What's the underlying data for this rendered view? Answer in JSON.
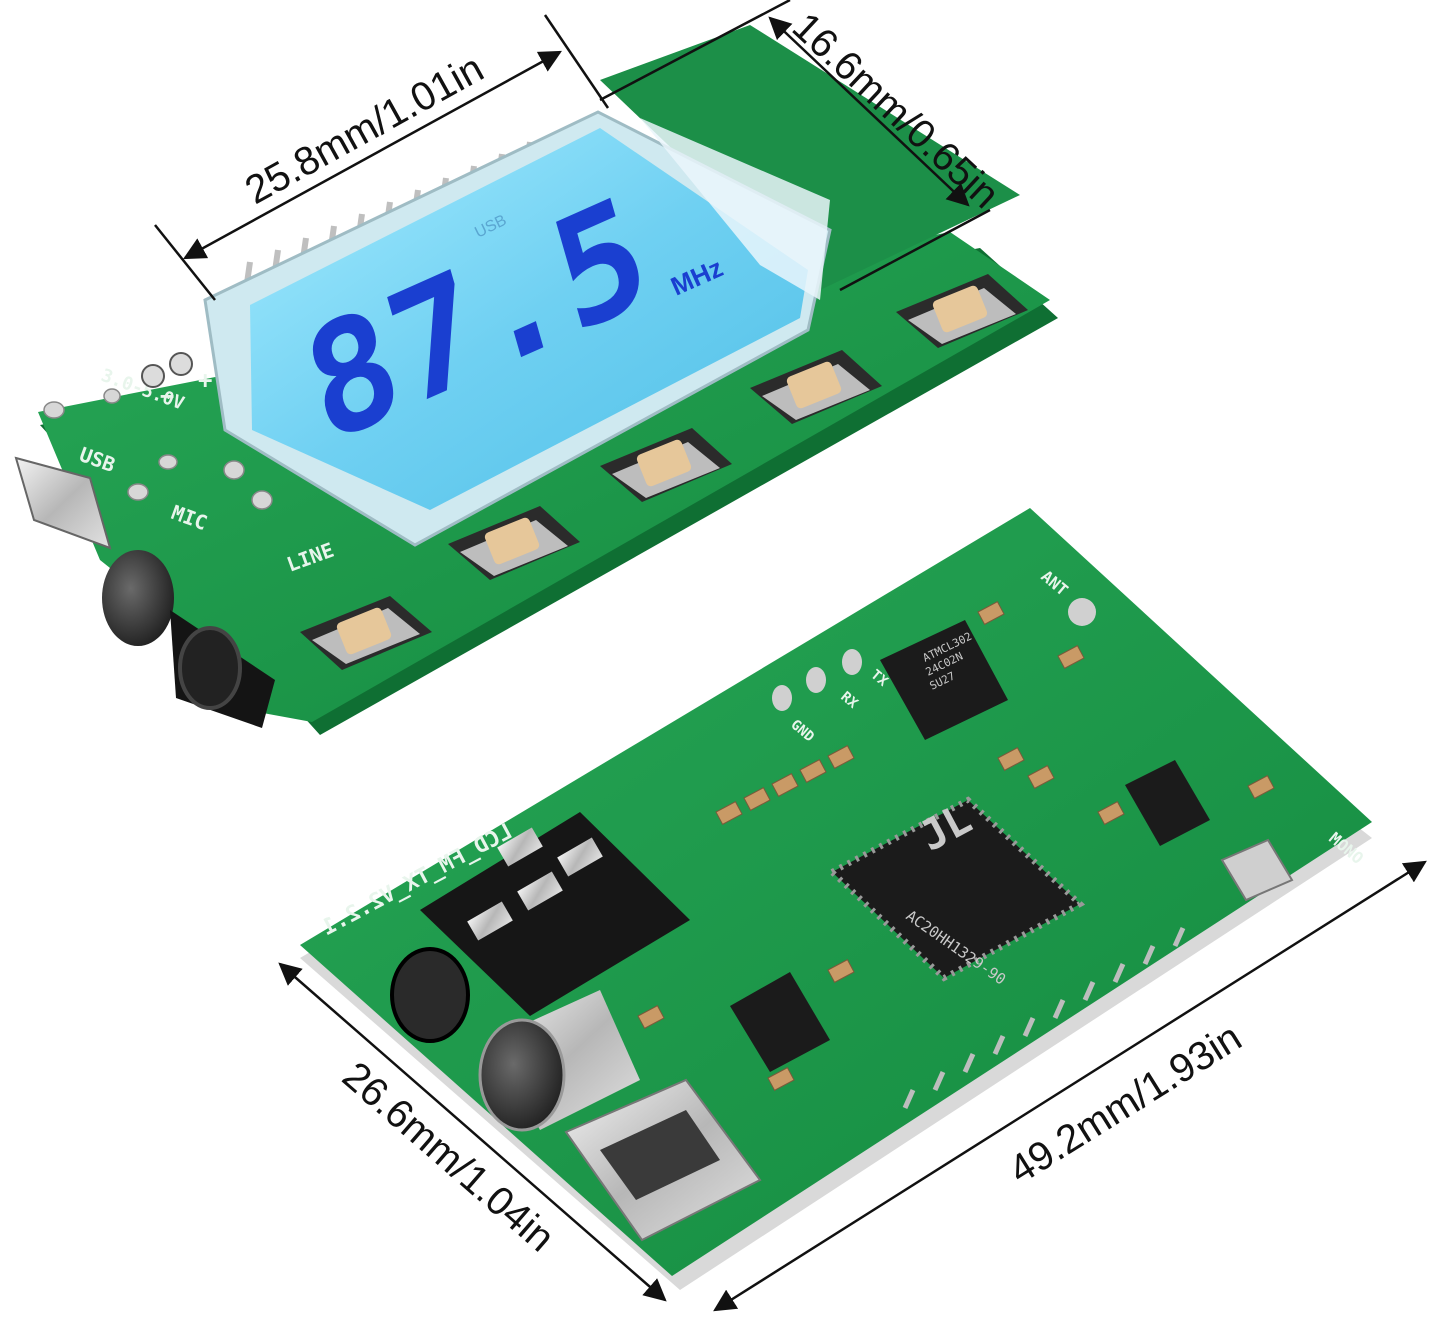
{
  "image": {
    "colors": {
      "pcb_green": "#1f9a4c",
      "pcb_dark": "#137a3a",
      "lcd_blue": "#7fd8f5",
      "lcd_digit": "#1a3fd0",
      "button_cap": "#e6c79a",
      "dim_line": "#111111"
    },
    "dimensions": {
      "width_top": "25.8mm/1.01in",
      "depth_top": "16.6mm/0.65in",
      "height_bottom": "26.6mm/1.04in",
      "length_bottom": "49.2mm/1.93in"
    },
    "front_board": {
      "frequency": "87.5",
      "unit": "MHz",
      "lcd_small": "USB",
      "power_label": "3.0-5.0V",
      "plus": "+",
      "minus": "−",
      "usb_label": "USB",
      "mic_label": "MIC",
      "line_label": "LINE"
    },
    "back_board": {
      "board_name": "LCD_FM_TX_V2.2.1",
      "ant_label": "ANT",
      "mono_label": "MONO",
      "gnd_label": "GND",
      "rx_label": "RX",
      "tx_label": "TX",
      "chip_brand": "JL",
      "chip_model": "AC20HH1329-90",
      "eeprom_1": "ATMCL302",
      "eeprom_2": "24C02N",
      "eeprom_3": "SU27"
    }
  }
}
